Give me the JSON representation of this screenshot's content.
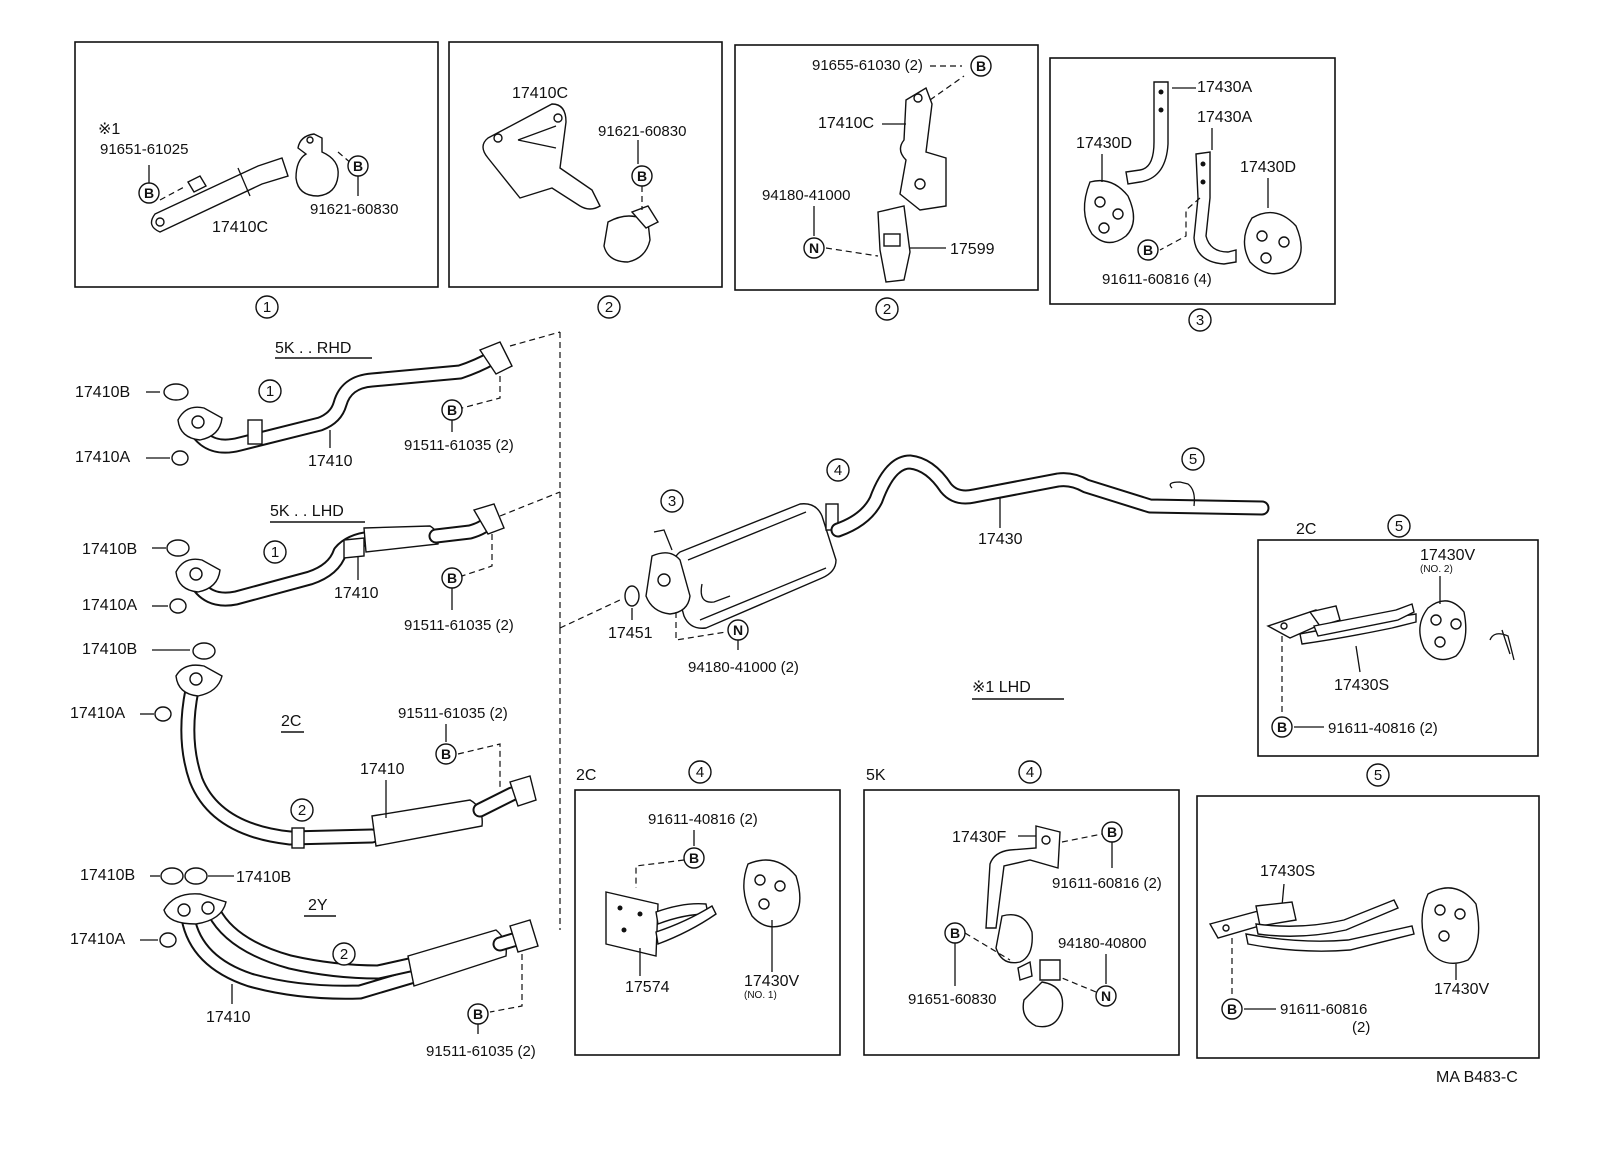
{
  "symbols": {
    "b": "B",
    "n": "N"
  },
  "callouts": {
    "c1": "1",
    "c2": "2",
    "c3": "3",
    "c4": "4",
    "c5": "5"
  },
  "panel1": {
    "note_mark": "※1",
    "bolt_a": "91651-61025",
    "bracket": "17410C",
    "bolt_b": "91621-60830"
  },
  "panel2a": {
    "bracket": "17410C",
    "bolt": "91621-60830"
  },
  "panel2b": {
    "bolt": "91655-61030 (2)",
    "bracket": "17410C",
    "nut": "94180-41000",
    "hanger": "17599"
  },
  "panel3": {
    "hanger_a1": "17430A",
    "hanger_a2": "17430A",
    "insulator_d1": "17430D",
    "insulator_d2": "17430D",
    "bolt": "91611-60816 (4)"
  },
  "pipes": {
    "p1": {
      "label": "5K . . RHD",
      "gasket_b": "17410B",
      "gasket_a": "17410A",
      "pipe": "17410",
      "bolt": "91511-61035 (2)"
    },
    "p2": {
      "label": "5K . . LHD",
      "gasket_b": "17410B",
      "gasket_a": "17410A",
      "pipe": "17410",
      "bolt": "91511-61035 (2)"
    },
    "p3": {
      "label": "2C",
      "gasket_b": "17410B",
      "gasket_a": "17410A",
      "pipe": "17410",
      "bolt": "91511-61035 (2)"
    },
    "p4": {
      "label": "2Y",
      "gasket_b1": "17410B",
      "gasket_b2": "17410B",
      "gasket_a": "17410A",
      "pipe": "17410",
      "bolt": "91511-61035 (2)"
    }
  },
  "main": {
    "tailpipe": "17430",
    "gasket": "17451",
    "nut": "94180-41000 (2)",
    "note": "※1  LHD"
  },
  "panel5a": {
    "engine": "2C",
    "insulator": "17430V",
    "insulator_note": "(NO. 2)",
    "hanger": "17430S",
    "bolt": "91611-40816 (2)"
  },
  "panel4a": {
    "engine": "2C",
    "bolt": "91611-40816 (2)",
    "bracket": "17574",
    "insulator": "17430V",
    "insulator_note": "(NO. 1)"
  },
  "panel4b": {
    "engine": "5K",
    "hanger": "17430F",
    "bolt_a": "91611-60816 (2)",
    "bolt_b": "91651-60830",
    "nut": "94180-40800"
  },
  "panel5b": {
    "hanger": "17430S",
    "insulator": "17430V",
    "bolt": "91611-60816",
    "bolt_qty": "(2)"
  },
  "meta": {
    "code": "MA B483-C"
  }
}
